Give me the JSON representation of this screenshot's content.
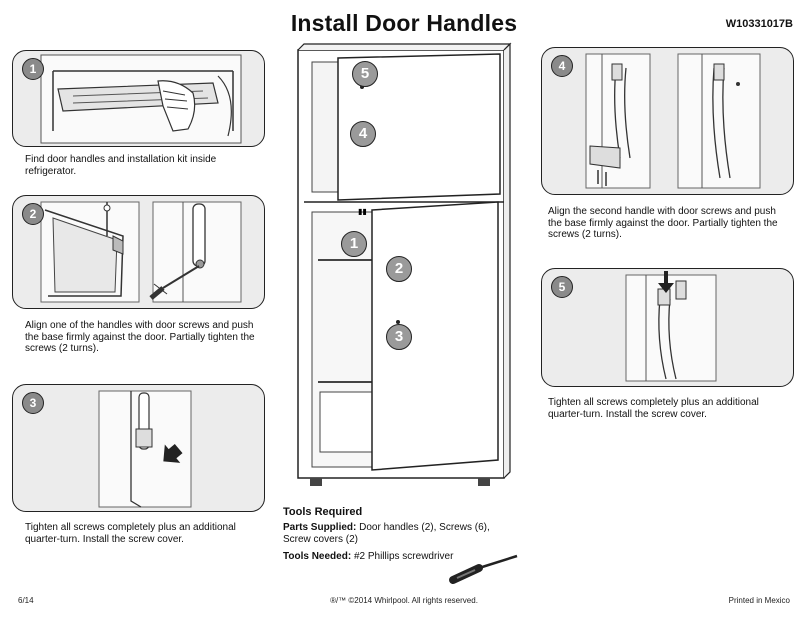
{
  "header": {
    "title": "Install Door Handles",
    "doc_number": "W10331017B"
  },
  "steps": [
    {
      "number": "1",
      "text": "Find door handles and installation kit inside refrigerator."
    },
    {
      "number": "2",
      "text": "Align one of the handles with door screws and push the base firmly against the door. Partially tighten the screws (2 turns)."
    },
    {
      "number": "3",
      "text": "Tighten all screws completely plus an additional quarter-turn. Install the screw cover."
    },
    {
      "number": "4",
      "text": "Align the second handle with door screws and push the base firmly against the door. Partially tighten the screws (2 turns)."
    },
    {
      "number": "5",
      "text": "Tighten all screws completely plus an additional quarter-turn. Install the screw cover."
    }
  ],
  "fridge_callouts": [
    "5",
    "4",
    "1",
    "2",
    "3"
  ],
  "tools": {
    "heading": "Tools Required",
    "parts_label": "Parts Supplied:",
    "parts_text": "Door handles (2), Screws (6), Screw covers (2)",
    "needed_label": "Tools Needed:",
    "needed_text": "#2 Phillips screwdriver"
  },
  "footer": {
    "page": "6/14",
    "copyright": "®/™ ©2014 Whirlpool. All rights reserved.",
    "printed": "Printed in Mexico"
  }
}
